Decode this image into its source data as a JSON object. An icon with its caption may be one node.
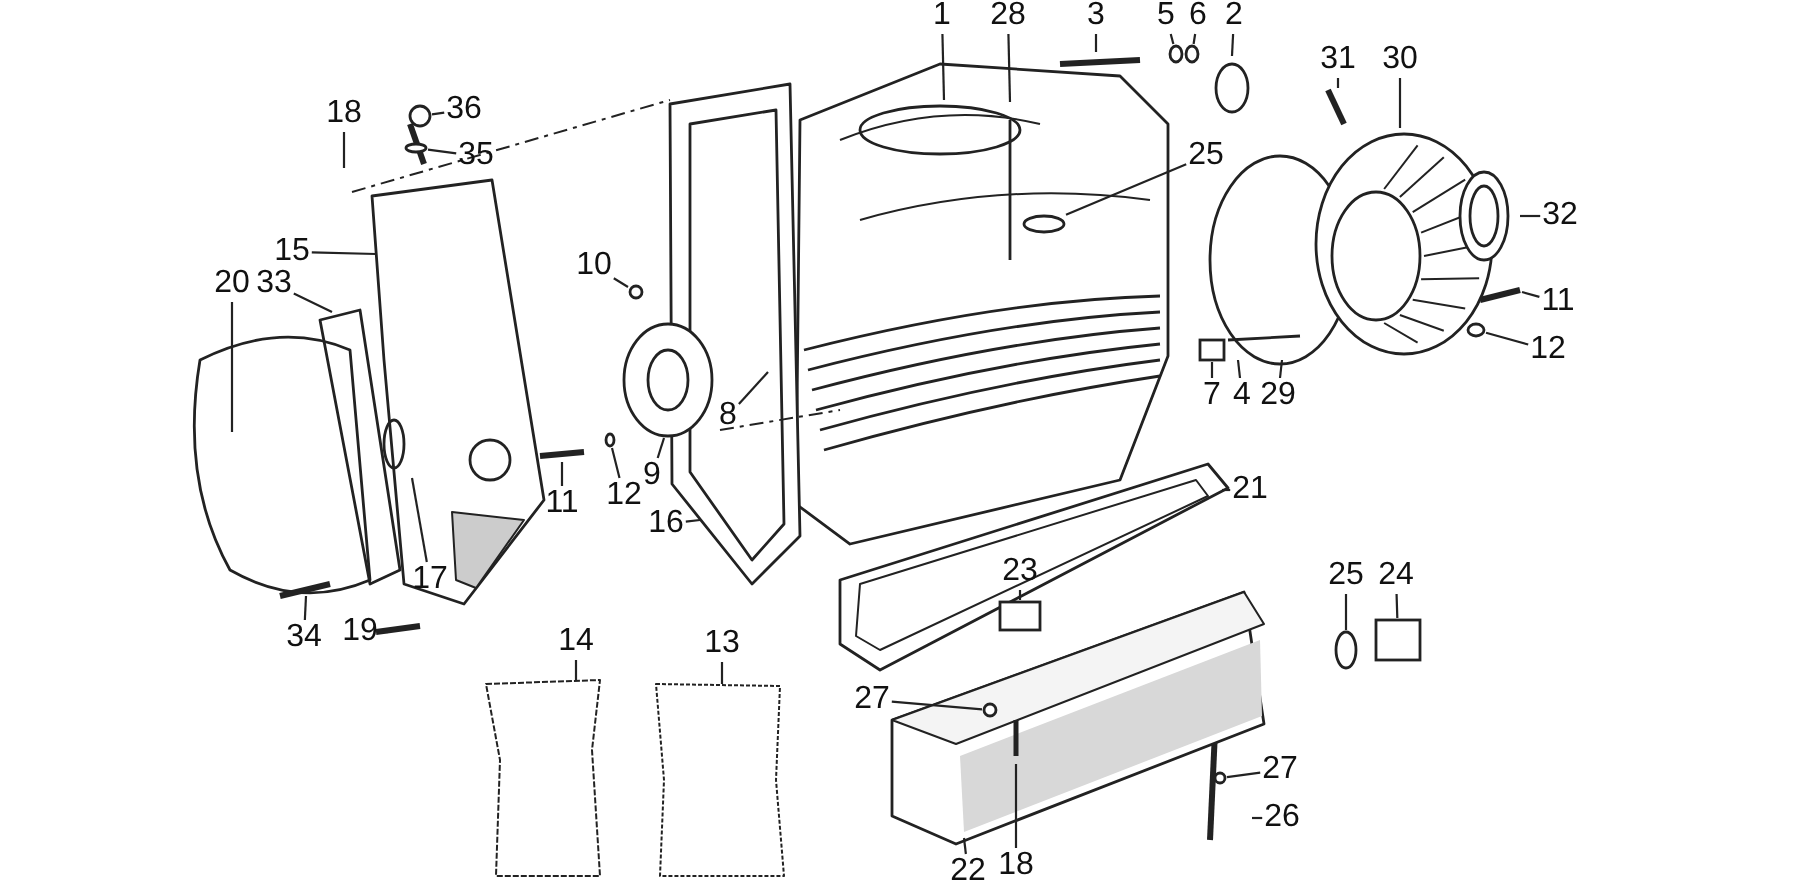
{
  "diagram": {
    "nodes": [
      {
        "text": [
          "36"
        ]
      },
      {
        "text": [
          "35"
        ]
      },
      {
        "text": [
          "18"
        ]
      },
      {
        "text": [
          "15"
        ]
      },
      {
        "text": [
          "20"
        ]
      },
      {
        "text": [
          "33"
        ]
      },
      {
        "text": [
          "10"
        ]
      },
      {
        "text": [
          "1"
        ]
      },
      {
        "text": [
          "28"
        ]
      },
      {
        "text": [
          "3"
        ]
      },
      {
        "text": [
          "5"
        ]
      },
      {
        "text": [
          "6"
        ]
      },
      {
        "text": [
          "2"
        ]
      },
      {
        "text": [
          "31"
        ]
      },
      {
        "text": [
          "30"
        ]
      },
      {
        "text": [
          "25"
        ]
      },
      {
        "text": [
          "32"
        ]
      },
      {
        "text": [
          "11"
        ]
      },
      {
        "text": [
          "12"
        ]
      },
      {
        "text": [
          "8"
        ]
      },
      {
        "text": [
          "9"
        ]
      },
      {
        "text": [
          "7"
        ]
      },
      {
        "text": [
          "4"
        ]
      },
      {
        "text": [
          "29"
        ]
      },
      {
        "text": [
          "11"
        ]
      },
      {
        "text": [
          "12"
        ]
      },
      {
        "text": [
          "16"
        ]
      },
      {
        "text": [
          "21"
        ]
      },
      {
        "text": [
          "17"
        ]
      },
      {
        "text": [
          "34"
        ]
      },
      {
        "text": [
          "19"
        ]
      },
      {
        "text": [
          "14"
        ]
      },
      {
        "text": [
          "13"
        ]
      },
      {
        "text": [
          "23"
        ]
      },
      {
        "text": [
          "25"
        ]
      },
      {
        "text": [
          "24"
        ]
      },
      {
        "text": [
          "27"
        ]
      },
      {
        "text": [
          "27"
        ]
      },
      {
        "text": [
          "26"
        ]
      },
      {
        "text": [
          "22"
        ]
      },
      {
        "text": [
          "18"
        ]
      },
      {
        "text": [],
        "shape": "circle"
      },
      {
        "text": [],
        "shape": "circle"
      },
      {
        "text": [],
        "shape": "circle"
      },
      {
        "text": [],
        "shape": "circle"
      },
      {
        "text": [],
        "shape": "circle"
      },
      {
        "text": [],
        "shape": "circle"
      },
      {
        "text": [],
        "shape": "box"
      },
      {
        "text": [],
        "shape": "circle"
      },
      {
        "text": [],
        "shape": "box"
      },
      {
        "text": [],
        "shape": "circle"
      },
      {
        "text": [],
        "shape": "box"
      },
      {
        "text": [],
        "shape": "circle"
      },
      {
        "text": [],
        "shape": "circle"
      },
      {
        "text": [],
        "shape": "circle"
      }
    ],
    "edges": [
      {
        "from": 0,
        "to": 41,
        "arrow": "none"
      },
      {
        "from": 1,
        "to": 42,
        "arrow": "none"
      },
      {
        "from": 2,
        "to": null,
        "arrow": "none"
      },
      {
        "from": 3,
        "to": null,
        "arrow": "none"
      },
      {
        "from": 4,
        "to": null,
        "arrow": "none"
      },
      {
        "from": 5,
        "to": null,
        "arrow": "none"
      },
      {
        "from": 6,
        "to": 43,
        "arrow": "none"
      },
      {
        "from": 7,
        "to": null,
        "arrow": "none"
      },
      {
        "from": 8,
        "to": null,
        "arrow": "none"
      },
      {
        "from": 9,
        "to": null,
        "arrow": "none"
      },
      {
        "from": 10,
        "to": 44,
        "arrow": "none"
      },
      {
        "from": 11,
        "to": 45,
        "arrow": "none"
      },
      {
        "from": 12,
        "to": null,
        "arrow": "none"
      },
      {
        "from": 13,
        "to": null,
        "arrow": "none"
      },
      {
        "from": 14,
        "to": null,
        "arrow": "none"
      },
      {
        "from": 15,
        "to": 46,
        "arrow": "none"
      },
      {
        "from": 16,
        "to": null,
        "arrow": "none"
      },
      {
        "from": 17,
        "to": null,
        "arrow": "none"
      },
      {
        "from": 18,
        "to": 54,
        "arrow": "none"
      },
      {
        "from": 19,
        "to": null,
        "arrow": "none"
      },
      {
        "from": 20,
        "to": null,
        "arrow": "none"
      },
      {
        "from": 21,
        "to": 47,
        "arrow": "none"
      },
      {
        "from": 22,
        "to": null,
        "arrow": "none"
      },
      {
        "from": 23,
        "to": null,
        "arrow": "none"
      },
      {
        "from": 24,
        "to": null,
        "arrow": "none"
      },
      {
        "from": 25,
        "to": 48,
        "arrow": "none"
      },
      {
        "from": 26,
        "to": null,
        "arrow": "none"
      },
      {
        "from": 27,
        "to": null,
        "arrow": "none"
      },
      {
        "from": 28,
        "to": null,
        "arrow": "none"
      },
      {
        "from": 29,
        "to": null,
        "arrow": "none"
      },
      {
        "from": 30,
        "to": null,
        "arrow": "none"
      },
      {
        "from": 31,
        "to": null,
        "arrow": "none"
      },
      {
        "from": 32,
        "to": null,
        "arrow": "none"
      },
      {
        "from": 33,
        "to": 49,
        "arrow": "none"
      },
      {
        "from": 34,
        "to": 50,
        "arrow": "none"
      },
      {
        "from": 35,
        "to": 51,
        "arrow": "none"
      },
      {
        "from": 36,
        "to": 52,
        "arrow": "none"
      },
      {
        "from": 37,
        "to": 53,
        "arrow": "none"
      },
      {
        "from": 38,
        "to": null,
        "arrow": "none"
      },
      {
        "from": 39,
        "to": null,
        "arrow": "none"
      },
      {
        "from": 40,
        "to": null,
        "arrow": "none"
      }
    ]
  }
}
